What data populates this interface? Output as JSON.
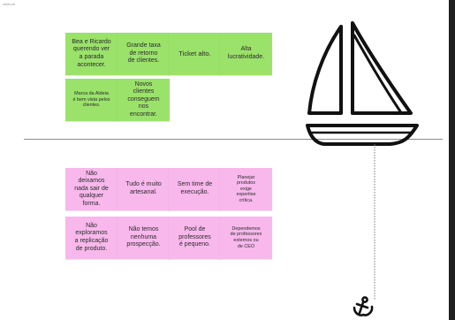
{
  "header": {
    "title": "sailboat"
  },
  "strengths": [
    {
      "text": "Bea e Ricardo\nquerendo ver\na parada\nacontecer."
    },
    {
      "text": "Grande taxa\nde retorno\nde clientes."
    },
    {
      "text": "Ticket alto."
    },
    {
      "text": "Alta\nlucratividade."
    },
    {
      "text": "Marca da Aldeia\né bem vista pelos\nclientes."
    },
    {
      "text": "Novos\nclientes\nconseguem\nnos\nencontrar."
    }
  ],
  "anchors": [
    {
      "text": "Não\ndeixamos\nnada sair de\nqualquer\nforma."
    },
    {
      "text": "Tudo é muito\nartesanal."
    },
    {
      "text": "Sem time de\nexecução."
    },
    {
      "text": "Planejar\nprodutos\nexige\nexpertise\ncrítica."
    },
    {
      "text": "Não\nexploramos\na replicação\nde produto."
    },
    {
      "text": "Não temos\nnenhuma\nprospecção."
    },
    {
      "text": "Pool de\nprofessores\né pequeno."
    },
    {
      "text": "Dependemos\nde professores\nexternos ou\nde CEO"
    }
  ],
  "icons": {
    "boat": "sailboat-icon",
    "anchor": "anchor-icon"
  },
  "colors": {
    "green_note": "#9be26b",
    "pink_note": "#f8b8ec",
    "board": "#ffffff",
    "frame": "#1e1e1e"
  }
}
